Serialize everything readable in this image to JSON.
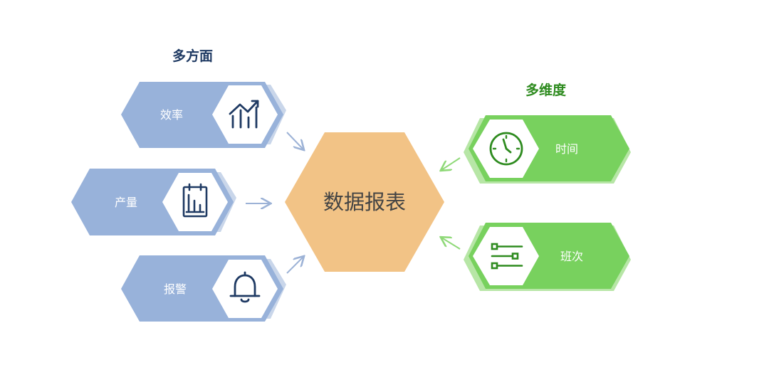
{
  "left_group": {
    "title": "多方面",
    "items": [
      {
        "label": "效率",
        "icon": "bar-chart-trend-icon"
      },
      {
        "label": "产量",
        "icon": "clipboard-bar-chart-icon"
      },
      {
        "label": "报警",
        "icon": "bell-icon"
      }
    ]
  },
  "center": {
    "label": "数据报表"
  },
  "right_group": {
    "title": "多维度",
    "items": [
      {
        "label": "时间",
        "icon": "clock-icon"
      },
      {
        "label": "班次",
        "icon": "shift-switch-icon"
      }
    ]
  },
  "colors": {
    "left_badge": "#98b2da",
    "left_badge_shadow": "#c9d6ea",
    "left_icon": "#1f3a63",
    "right_badge": "#78d15e",
    "right_badge_shadow": "#b7e6a6",
    "right_icon": "#2e8b1f",
    "center_hex": "#f2c386",
    "center_text": "#444444",
    "left_arrow": "#9cb2d6",
    "right_arrow": "#8fd978"
  }
}
